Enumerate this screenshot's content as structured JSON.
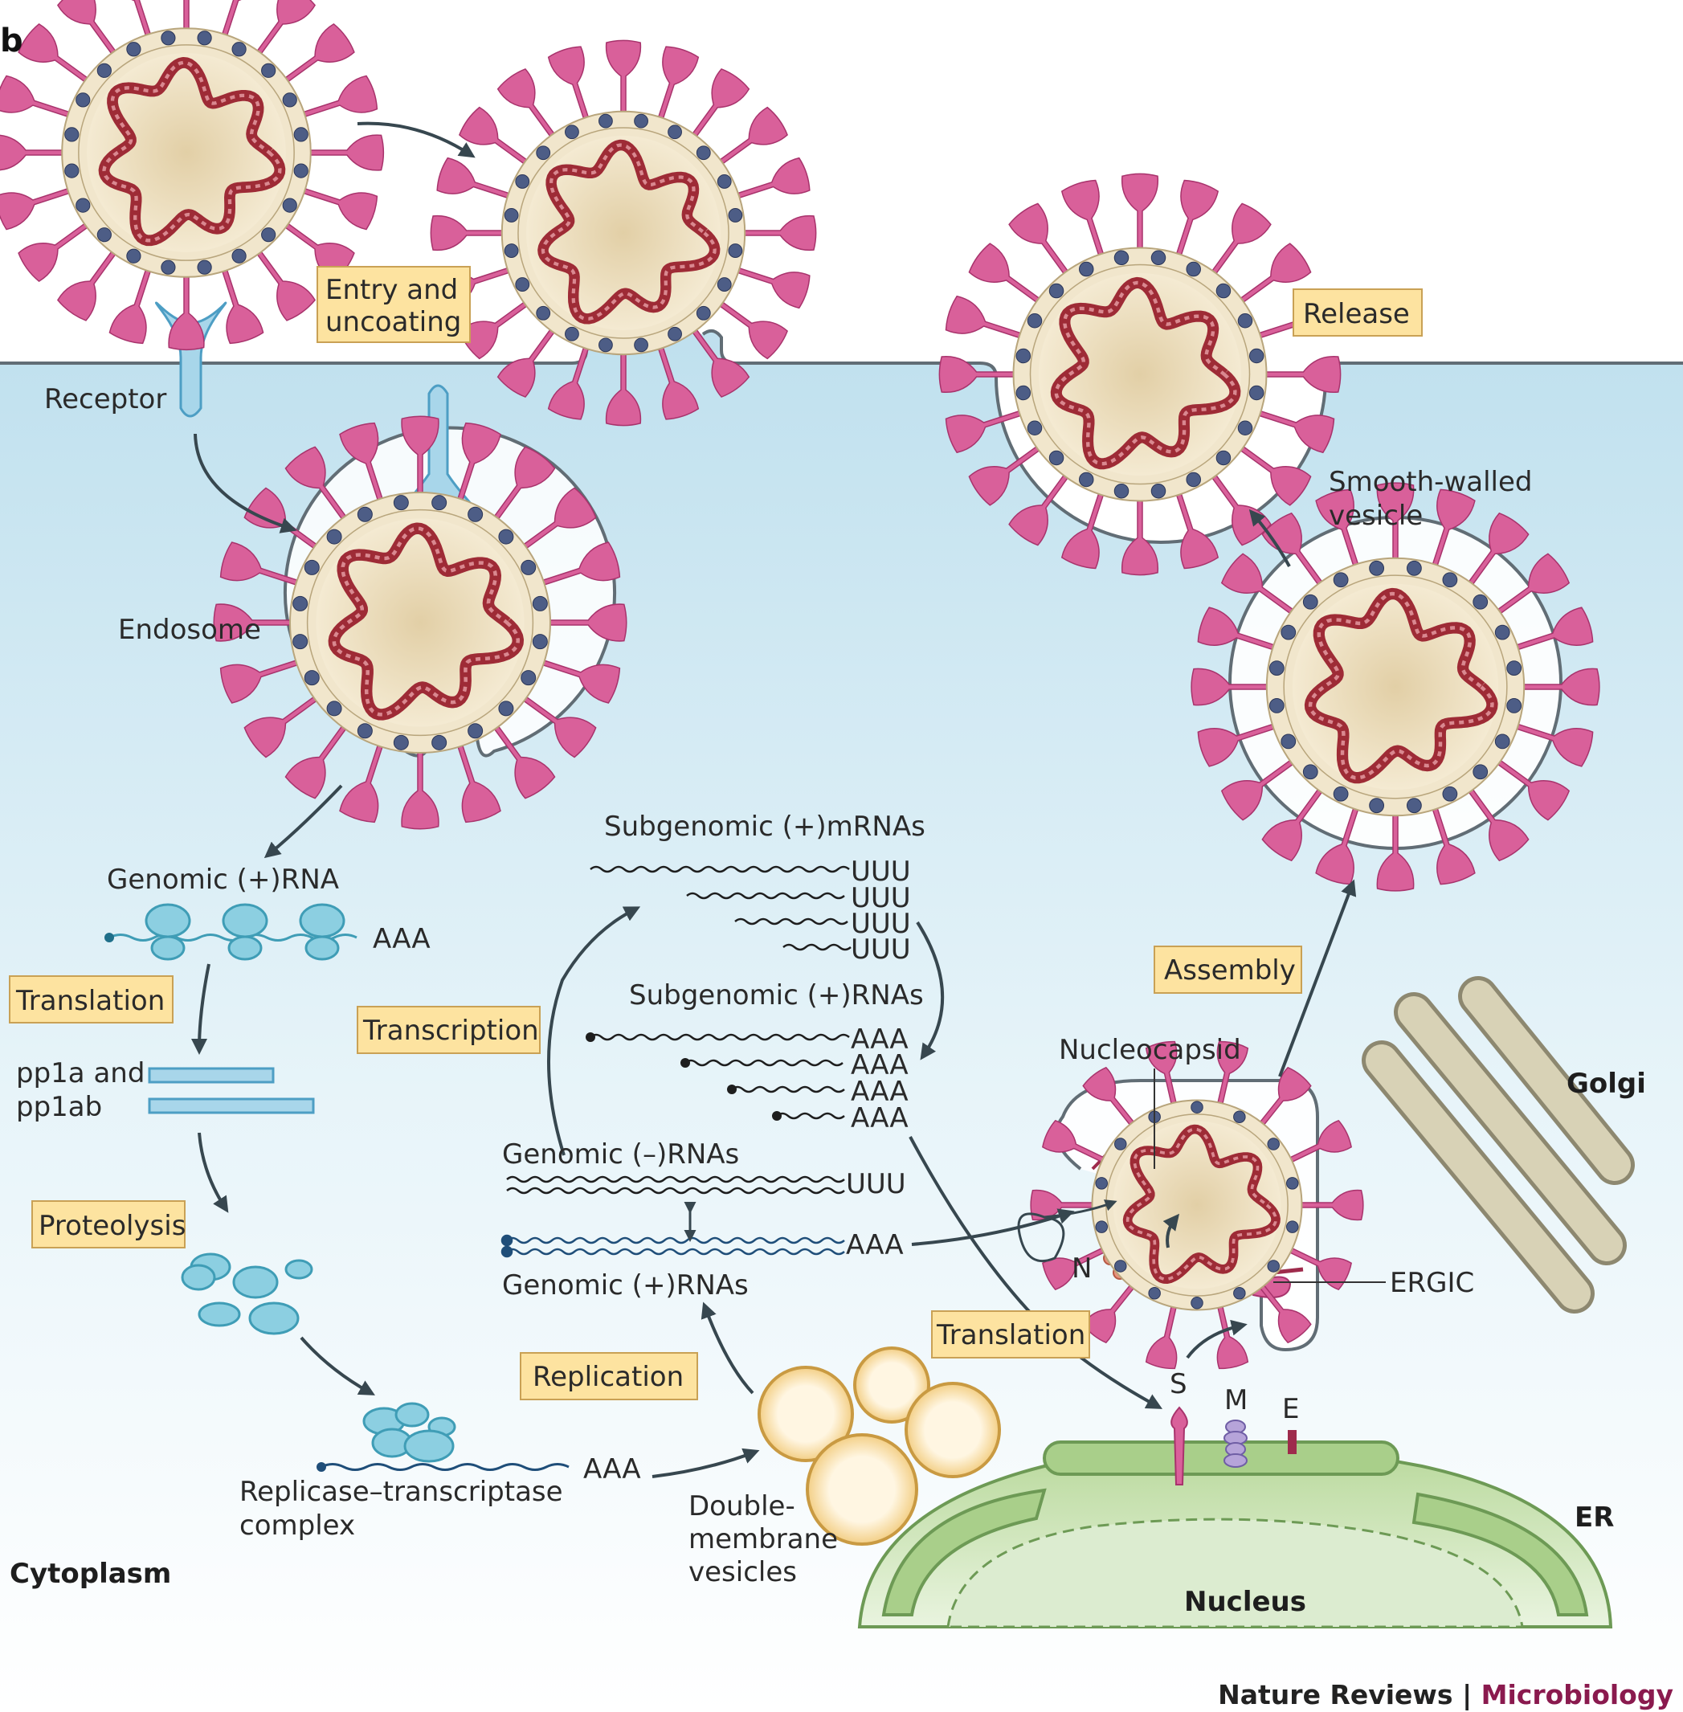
{
  "panel_label": "b",
  "steps": {
    "entry": [
      "Entry and",
      "uncoating"
    ],
    "release": "Release",
    "translation_1": "Translation",
    "transcription": "Transcription",
    "proteolysis": "Proteolysis",
    "replication": "Replication",
    "assembly": "Assembly",
    "translation_2": "Translation"
  },
  "labels": {
    "receptor": "Receptor",
    "endosome": "Endosome",
    "smooth_vesicle": [
      "Smooth-walled",
      "vesicle"
    ],
    "genomic_plus_rna": "Genomic (+)RNA",
    "aaa": "AAA",
    "uuu": "UUU",
    "pp1a": [
      "pp1a and",
      "pp1ab"
    ],
    "subgenomic_mrnas": "Subgenomic (+)mRNAs",
    "subgenomic_rnas": "Subgenomic (+)RNAs",
    "genomic_minus_rnas": "Genomic (–)RNAs",
    "genomic_plus_rnas": "Genomic (+)RNAs",
    "replicase": [
      "Replicase–transcriptase",
      "complex"
    ],
    "dmv": [
      "Double-",
      "membrane",
      "vesicles"
    ],
    "nucleocapsid": "Nucleocapsid",
    "n": "N",
    "ergic": "ERGIC",
    "s": "S",
    "m": "M",
    "e": "E",
    "golgi": "Golgi",
    "er": "ER",
    "nucleus": "Nucleus",
    "cytoplasm": "Cytoplasm"
  },
  "credit": {
    "journal": "Nature Reviews",
    "separator": " | ",
    "section": "Microbiology"
  },
  "colors": {
    "spike": "#d9609a",
    "envelope": "#f1e6cc",
    "rna": "#9e2b36",
    "membrane_protein": "#4d5d86",
    "cytoplasm_top": "#bfe0ee",
    "ribosome": "#8ccfe1",
    "label_box": "#fde3a0",
    "er": "#a9cf8a",
    "golgi": "#d8d2b6",
    "vesicle": "#f6d79a"
  }
}
